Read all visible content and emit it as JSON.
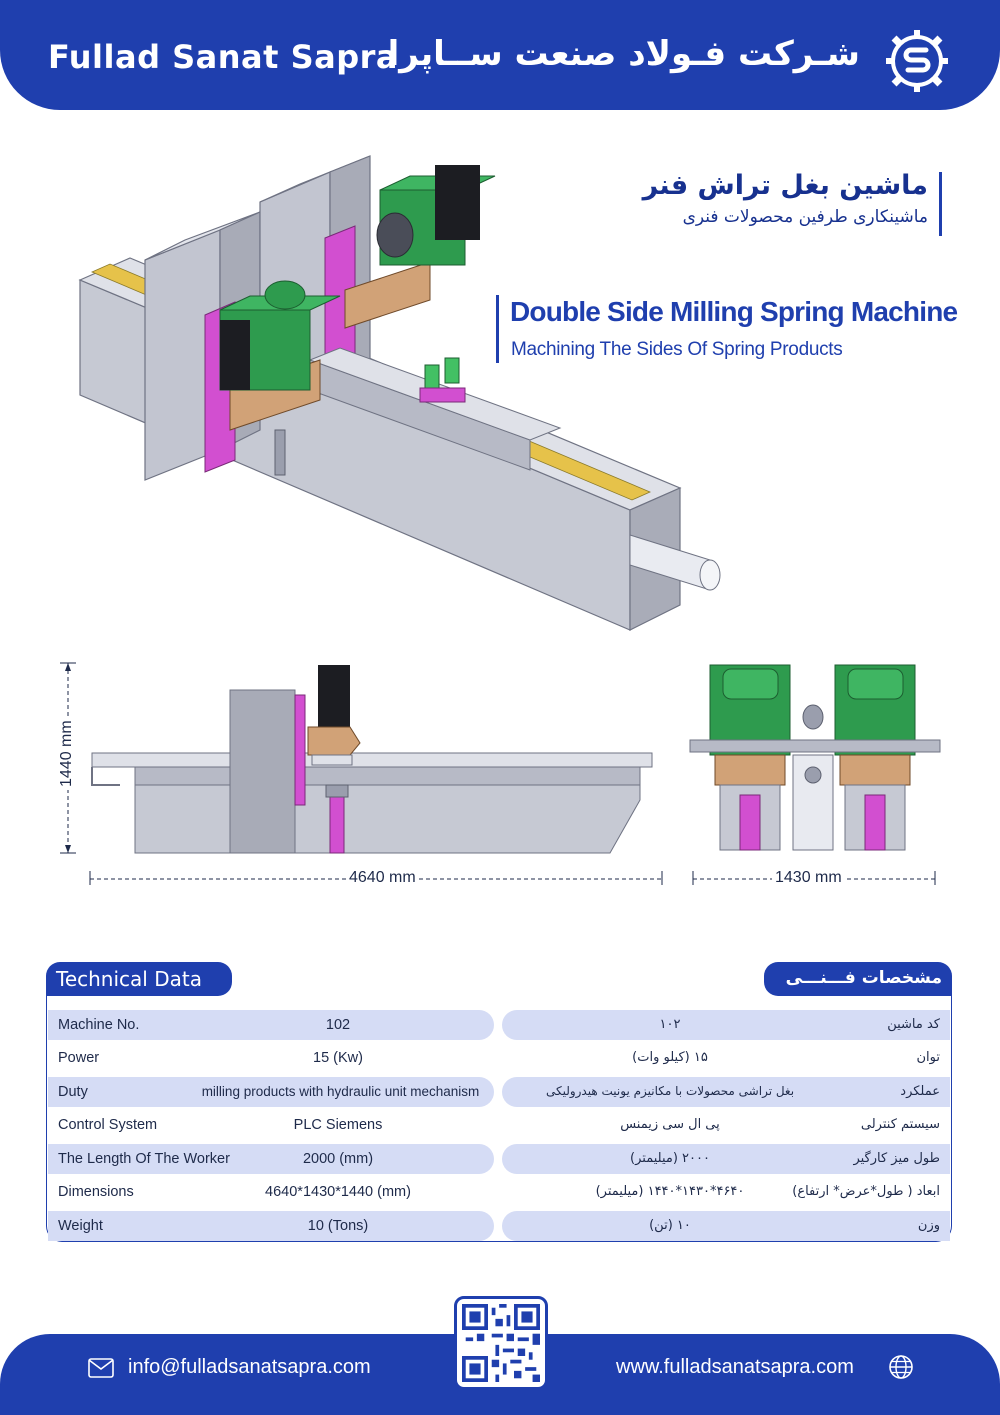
{
  "header": {
    "brand_en": "Fullad Sanat Sapra",
    "brand_fa": "شـرکت فـولاد صنعت ســاپرا",
    "logo_icon": "gear-s-logo-icon"
  },
  "titles": {
    "fa_title": "ماشین بغل تراش فنر",
    "fa_subtitle": "ماشینکاری طرفین محصولات فنری",
    "en_title": "Double Side Milling Spring Machine",
    "en_subtitle": "Machining The Sides Of Spring Products"
  },
  "dimensions": {
    "height": "1440 mm",
    "length": "4640 mm",
    "width": "1430 mm"
  },
  "tech": {
    "tab_en": "Technical Data",
    "tab_fa": "مشخصات فـــنـــی",
    "rows": [
      {
        "label_en": "Machine No.",
        "value_en": "102",
        "value_fa": "۱۰۲",
        "label_fa": "کد ماشین"
      },
      {
        "label_en": "Power",
        "value_en": "15 (Kw)",
        "value_fa": "۱۵ (کیلو وات)",
        "label_fa": "توان"
      },
      {
        "label_en": "Duty",
        "value_en": "milling products with hydraulic unit mechanism",
        "value_fa": "بغل تراشی محصولات با مکانیزم یونیت هیدرولیکی",
        "label_fa": "عملکرد"
      },
      {
        "label_en": "Control System",
        "value_en": "PLC Siemens",
        "value_fa": "پی ال سی زیمنس",
        "label_fa": "سیستم کنترلی"
      },
      {
        "label_en": "The Length Of The Worker",
        "value_en": "2000 (mm)",
        "value_fa": "۲۰۰۰ (میلیمتر)",
        "label_fa": "طول میز کارگیر"
      },
      {
        "label_en": "Dimensions",
        "value_en": "4640*1430*1440 (mm)",
        "value_fa": "۴۶۴۰*۱۴۳۰*۱۴۴۰ (میلیمتر)",
        "label_fa": "ابعاد ( طول*عرض* ارتفاع)"
      },
      {
        "label_en": "Weight",
        "value_en": "10 (Tons)",
        "value_fa": "۱۰ (تن)",
        "label_fa": "وزن"
      }
    ]
  },
  "footer": {
    "email": "info@fulladsanatsapra.com",
    "website": "www.fulladsanatsapra.com"
  },
  "colors": {
    "brand_blue": "#1f3fae",
    "row_shade": "#d5dcf5",
    "machine_green": "#2e9b4e",
    "machine_magenta": "#d24fd0",
    "machine_gray": "#c6c9d3"
  }
}
